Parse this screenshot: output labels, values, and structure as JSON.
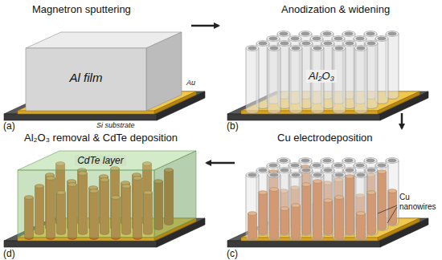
{
  "diagram": {
    "labels": [
      "Magnetron sputtering",
      "Al film",
      "Au",
      "Si substrate",
      "(a)",
      "Anodization & widening",
      "Al₂O₃",
      "(b)",
      "Cu electrodeposition",
      "Cu nanowires",
      "(c)",
      "Al₂O₃ removal & CdTe deposition",
      "CdTe layer",
      "(d)"
    ]
  }
}
